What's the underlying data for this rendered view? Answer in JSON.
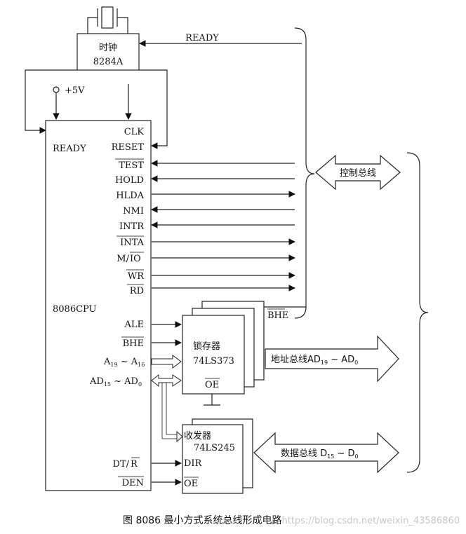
{
  "clock": {
    "line1": "时钟",
    "line2": "8284A",
    "ready_line": "READY",
    "vcc": "+5V"
  },
  "cpu": {
    "name": "8086CPU",
    "ready": "READY",
    "clk": "CLK",
    "reset": "RESET",
    "test": "TEST",
    "hold": "HOLD",
    "hlda": "HLDA",
    "nmi": "NMI",
    "intr": "INTR",
    "inta": "INTA",
    "mio_m": "M/",
    "mio_io": "IO",
    "wr": "WR",
    "rd": "RD",
    "ale": "ALE",
    "bhe": "BHE",
    "a_pre": "A",
    "a_sub1": "19",
    "a_mid": " ~ A",
    "a_sub2": "16",
    "ad_pre": "AD",
    "ad_sub1": "15",
    "ad_mid": " ~ AD",
    "ad_sub2": "0",
    "dtr_dt": "DT/",
    "dtr_r": "R",
    "den": "DEN"
  },
  "latch": {
    "name": "锁存器",
    "part": "74LS373",
    "oe": "OE",
    "bhe_out": "BHE"
  },
  "transceiver": {
    "name": "收发器",
    "part": "74LS245",
    "dir": "DIR",
    "oe": "OE"
  },
  "buses": {
    "control": "控制总线",
    "address_pre": "地址总线AD",
    "address_sub1": "19",
    "address_mid": " ~ AD",
    "address_sub2": "0",
    "data_pre": "数据总线 D",
    "data_sub1": "15",
    "data_mid": " ~ D",
    "data_sub2": "0"
  },
  "caption": "图  8086 最小方式系统总线形成电路",
  "watermark": "https://blog.csdn.net/weixin_43586860"
}
